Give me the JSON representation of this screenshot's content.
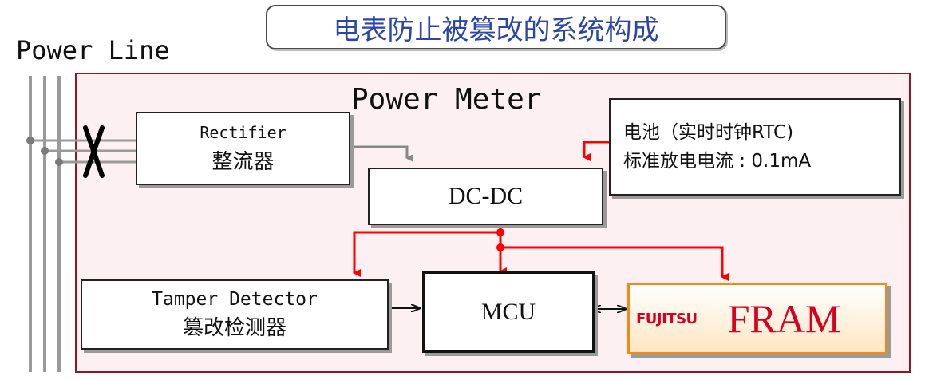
{
  "title": "电表防止被篡改的系统构成",
  "power_line_label": "Power Line",
  "power_meter_label": "Power Meter",
  "rectifier": {
    "name_en": "Rectifier",
    "name_zh": "整流器"
  },
  "dcdc": {
    "name": "DC-DC"
  },
  "battery": {
    "line1": "电池（实时时钟RTC)",
    "line2": "标准放电电流 : 0.1mA"
  },
  "tamper_detector": {
    "name_en": "Tamper Detector",
    "name_zh": "篡改检测器"
  },
  "mcu": {
    "name": "MCU"
  },
  "fram": {
    "brand": "FUJITSU",
    "name": "FRAM"
  },
  "colors": {
    "title_text": "#2b46a8",
    "meter_border": "#8b1a24",
    "meter_fill": "#fdf0f2",
    "power_wire": "#ff0000",
    "fram_border": "#f28a16",
    "fram_text": "#d7001e",
    "supply_line": "#888888"
  },
  "icons": [
    "cut-mark-icon"
  ]
}
